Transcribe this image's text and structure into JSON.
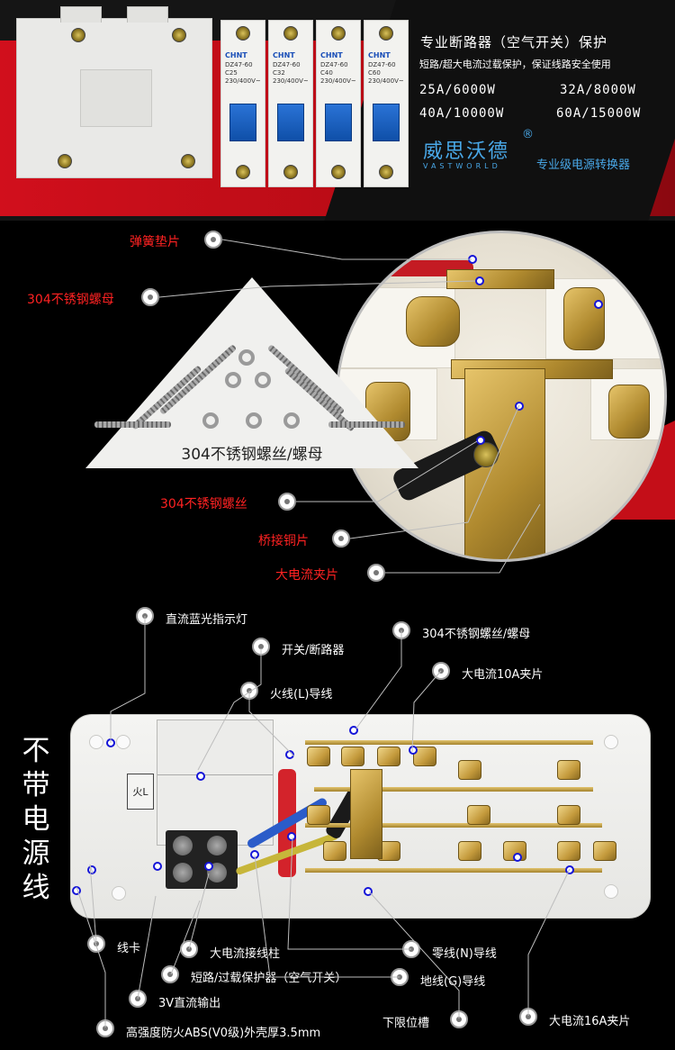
{
  "header": {
    "title": "专业断路器（空气开关）保护",
    "subtitle": "短路/超大电流过载保护，保证线路安全使用",
    "specs": [
      "25A/6000W",
      "32A/8000W",
      "40A/10000W",
      "60A/15000W"
    ],
    "brand_cn": "威思沃德",
    "brand_reg": "®",
    "brand_en": "VASTWORLD",
    "product": "专业级电源转换器"
  },
  "breakers": [
    {
      "brand": "CHNT",
      "model": "DZ47-60",
      "rating": "C25",
      "detail": "230/400V~"
    },
    {
      "brand": "CHNT",
      "model": "DZ47-60",
      "rating": "C32",
      "detail": "230/400V~"
    },
    {
      "brand": "CHNT",
      "model": "DZ47-60",
      "rating": "C40",
      "detail": "230/400V~"
    },
    {
      "brand": "CHNT",
      "model": "DZ47-60",
      "rating": "C60",
      "detail": "230/400V~"
    }
  ],
  "detail_labels": {
    "spring_washer": "弹簧垫片",
    "ss_nut": "304不锈钢螺母",
    "ss_screw": "304不锈钢螺丝",
    "bridge_copper": "桥接铜片",
    "high_current_clip": "大电流夹片"
  },
  "triangle_label": "304不锈钢螺丝/螺母",
  "side_text": "不带电源线",
  "strip_labels": {
    "dc_blue_light": "直流蓝光指示灯",
    "switch_breaker": "开关/断路器",
    "live_wire": "火线(L)导线",
    "ss_screw_nut": "304不锈钢螺丝/螺母",
    "clip_10a": "大电流10A夹片",
    "cable_clamp": "线卡",
    "terminal_post": "大电流接线柱",
    "neutral_wire": "零线(N)导线",
    "protector": "短路/过载保护器（空气开关）",
    "ground_wire": "地线(G)导线",
    "dc_3v": "3V直流输出",
    "limit_slot": "下限位槽",
    "clip_16a": "大电流16A夹片",
    "shell": "高强度防火ABS(V0级)外壳厚3.5mm"
  },
  "breaker_mark": "火L"
}
